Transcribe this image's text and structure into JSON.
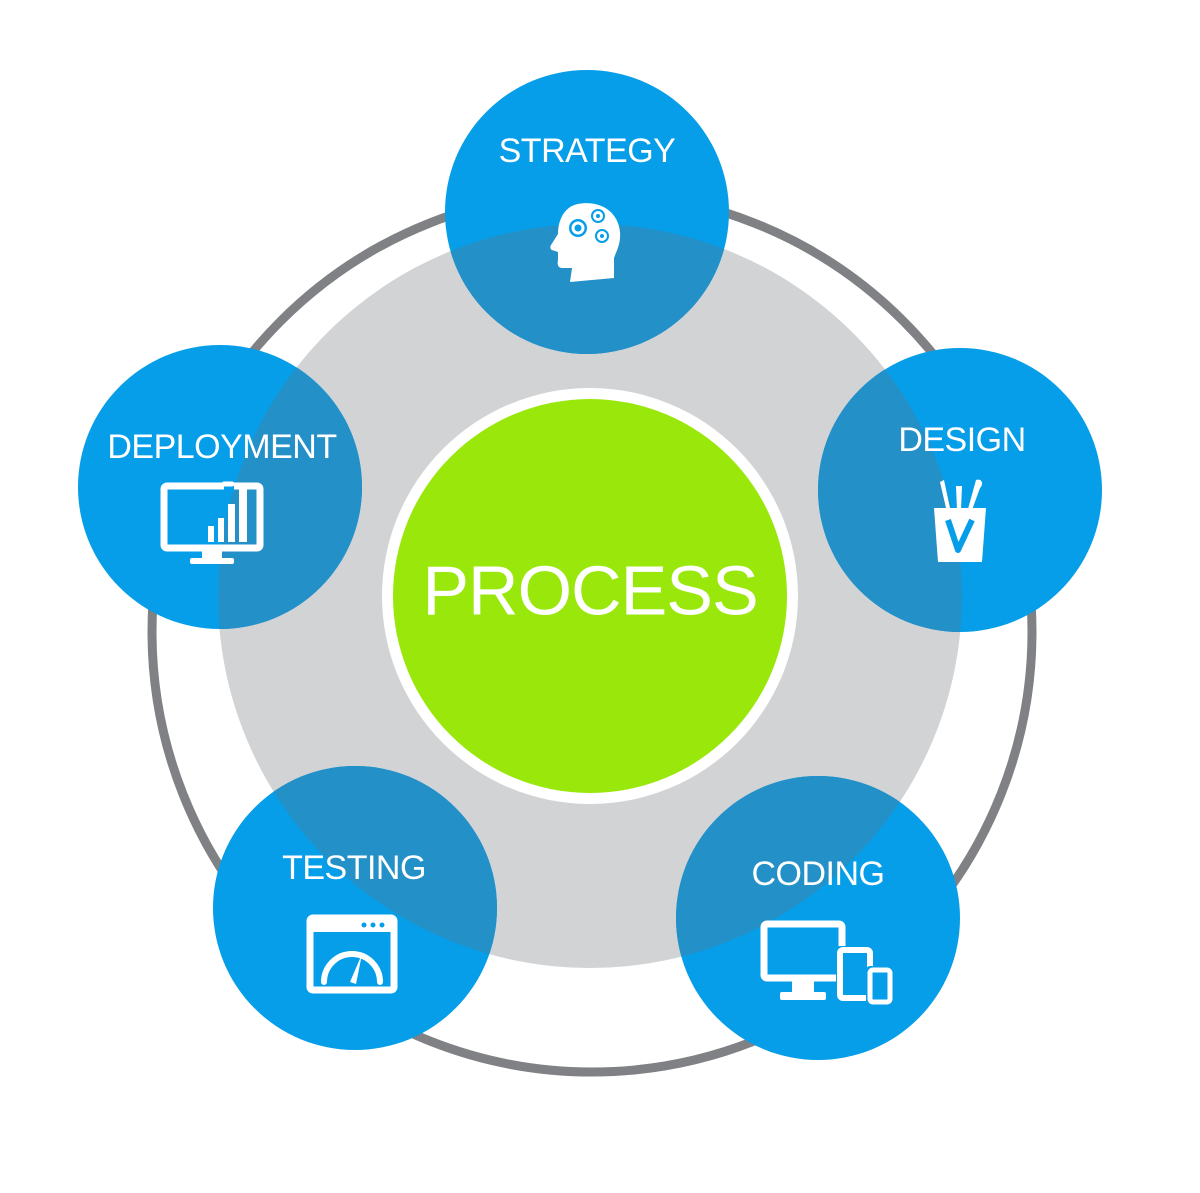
{
  "center": {
    "label": "PROCESS"
  },
  "stages": [
    {
      "label": "STRATEGY",
      "icon": "head-gears-icon"
    },
    {
      "label": "DESIGN",
      "icon": "brush-cup-icon"
    },
    {
      "label": "CODING",
      "icon": "devices-icon"
    },
    {
      "label": "TESTING",
      "icon": "speedometer-window-icon"
    },
    {
      "label": "DEPLOYMENT",
      "icon": "monitor-chart-icon"
    }
  ],
  "colors": {
    "stage_circle": "#069ee8",
    "stage_overlap": "#2490c8",
    "center_circle": "#9ae80b",
    "inner_disc": "#d2d3d5",
    "outer_ring": "#808184",
    "text": "#ffffff"
  }
}
